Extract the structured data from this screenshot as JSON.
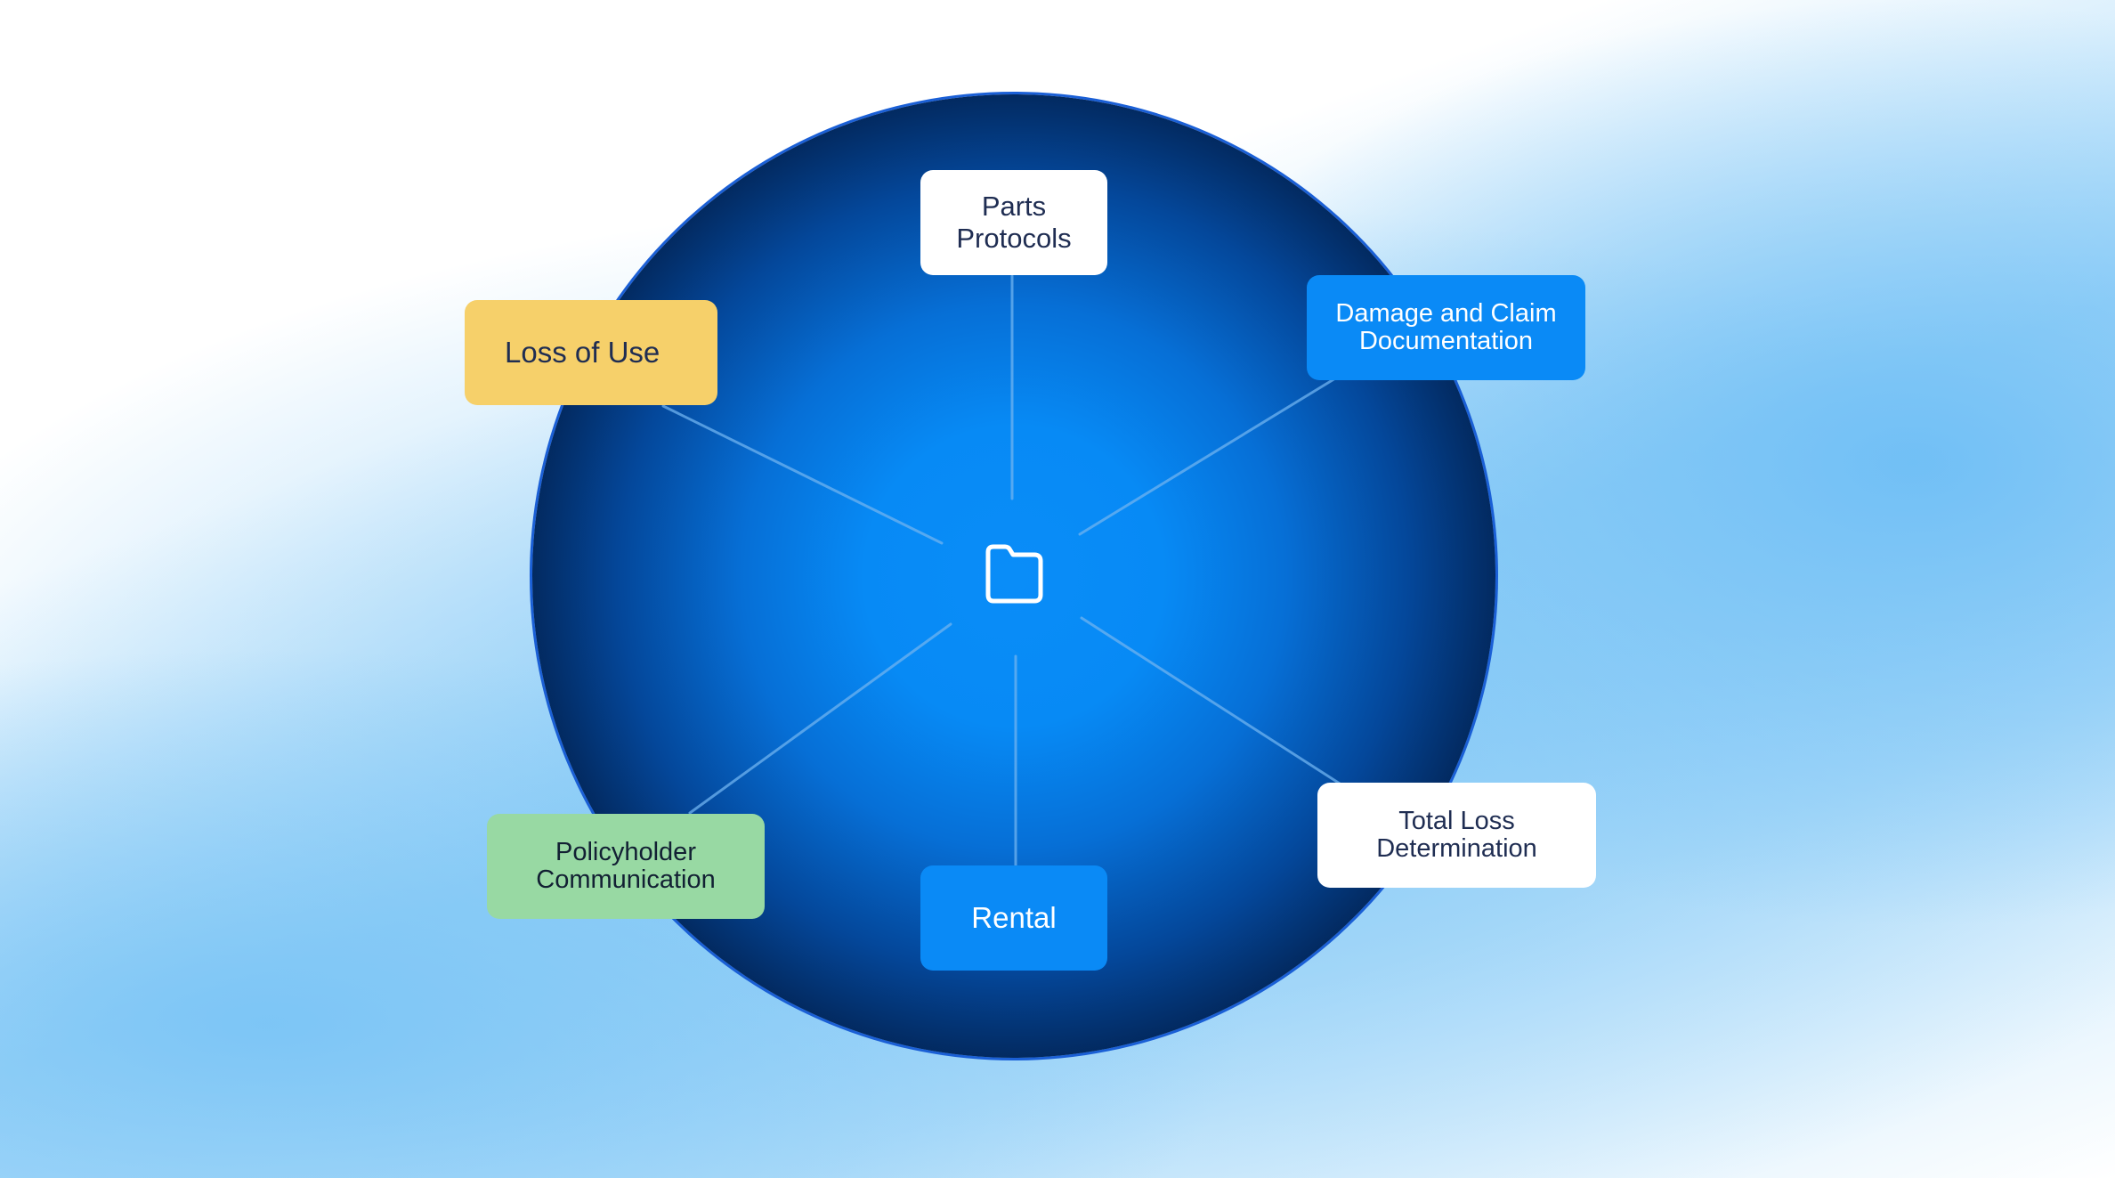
{
  "diagram": {
    "center_icon": "folder-icon",
    "colors": {
      "sphere_core": "#0a8df8",
      "sphere_edge": "#010a1c",
      "white_node": "#ffffff",
      "blue_node": "#0a8af6",
      "yellow_node": "#f6d06a",
      "green_node": "#98d9a3",
      "connector": "#6fb3f0"
    },
    "nodes": {
      "parts_protocols": "Parts\nProtocols",
      "damage_claim": "Damage and Claim\nDocumentation",
      "total_loss": "Total Loss\nDetermination",
      "rental": "Rental",
      "policyholder": "Policyholder\nCommunication",
      "loss_of_use": "Loss of Use"
    }
  }
}
